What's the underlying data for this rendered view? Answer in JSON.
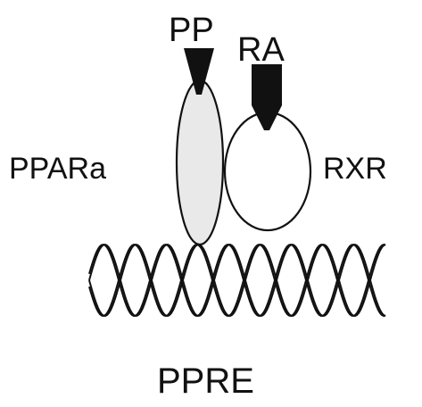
{
  "labels": {
    "ligand_left": "PP",
    "ligand_right": "RA",
    "receptor_left": "PPARa",
    "receptor_right": "RXR",
    "element": "PPRE"
  },
  "components": {
    "ligand_left_shape": "arrowhead-down",
    "ligand_right_shape": "arrow-block-down",
    "receptor_left_shape": "narrow-oval",
    "receptor_right_shape": "oval",
    "dna_shape": "double-helix"
  },
  "colors": {
    "ink": "#111111",
    "receptor_left_fill": "#e9e9e9",
    "receptor_right_fill": "#ffffff",
    "background": "#ffffff"
  }
}
